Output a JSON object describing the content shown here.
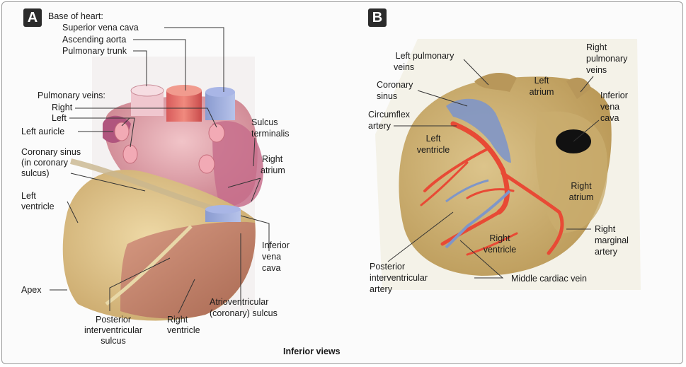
{
  "panels": {
    "a": {
      "badge": "A"
    },
    "b": {
      "badge": "B"
    }
  },
  "caption": "Inferior views",
  "labels_a": {
    "base_of_heart": "Base of heart:",
    "superior_vena_cava": "Superior vena cava",
    "ascending_aorta": "Ascending aorta",
    "pulmonary_trunk": "Pulmonary trunk",
    "pulmonary_veins": "Pulmonary veins:",
    "right": "Right",
    "left": "Left",
    "left_auricle": "Left auricle",
    "coronary_sinus_1": "Coronary sinus",
    "coronary_sinus_2": "(in coronary",
    "coronary_sinus_3": "sulcus)",
    "left_ventricle_1": "Left",
    "left_ventricle_2": "ventricle",
    "apex": "Apex",
    "posterior_iv_sulcus_1": "Posterior",
    "posterior_iv_sulcus_2": "interventricular",
    "posterior_iv_sulcus_3": "sulcus",
    "right_ventricle_1": "Right",
    "right_ventricle_2": "ventricle",
    "av_sulcus_1": "Atrioventricular",
    "av_sulcus_2": "(coronary) sulcus",
    "ivc_1": "Inferior",
    "ivc_2": "vena",
    "ivc_3": "cava",
    "right_atrium_1": "Right",
    "right_atrium_2": "atrium",
    "sulcus_terminalis_1": "Sulcus",
    "sulcus_terminalis_2": "terminalis"
  },
  "labels_b": {
    "left_pulm_veins_1": "Left pulmonary",
    "left_pulm_veins_2": "veins",
    "right_pulm_veins_1": "Right",
    "right_pulm_veins_2": "pulmonary",
    "right_pulm_veins_3": "veins",
    "left_atrium_1": "Left",
    "left_atrium_2": "atrium",
    "coronary_sinus_1": "Coronary",
    "coronary_sinus_2": "sinus",
    "ivc_1": "Inferior",
    "ivc_2": "vena",
    "ivc_3": "cava",
    "circumflex_1": "Circumflex",
    "circumflex_2": "artery",
    "left_ventricle_1": "Left",
    "left_ventricle_2": "ventricle",
    "right_atrium_1": "Right",
    "right_atrium_2": "atrium",
    "right_ventricle_1": "Right",
    "right_ventricle_2": "ventricle",
    "right_marginal_1": "Right",
    "right_marginal_2": "marginal",
    "right_marginal_3": "artery",
    "posterior_iv_artery_1": "Posterior",
    "posterior_iv_artery_2": "interventricular",
    "posterior_iv_artery_3": "artery",
    "middle_cardiac_vein": "Middle cardiac vein"
  },
  "colors": {
    "leader_line": "#333333",
    "artery": "#e84a35",
    "vein_blue": "#7f96c8",
    "tissue": "#c9ad6e",
    "heart_pink": "#e5a0a8"
  }
}
